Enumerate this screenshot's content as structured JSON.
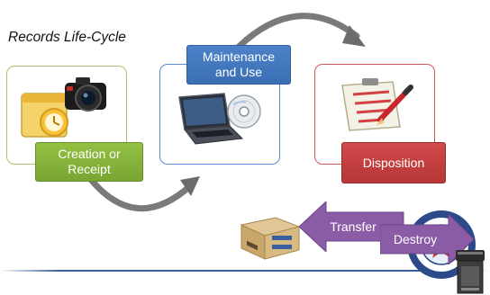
{
  "diagram": {
    "title": "Records Life-Cycle",
    "stages": [
      {
        "label": "Creation or\nReceipt",
        "color": "#85b53a"
      },
      {
        "label": "Maintenance\nand Use",
        "color": "#4478bd"
      },
      {
        "label": "Disposition",
        "color": "#c44141"
      }
    ],
    "actions": [
      {
        "label": "Transfer",
        "color": "#8b5ca6"
      },
      {
        "label": "Destroy",
        "color": "#8b5ca6"
      }
    ],
    "icons": {
      "creation": [
        "outlook-calendar-icon",
        "camera-icon"
      ],
      "maintenance": [
        "laptop-icon",
        "cd-disc-icon"
      ],
      "disposition": [
        "checklist-clipboard-icon"
      ],
      "transfer": "records-storage-box-icon",
      "destroy": "paper-shredder-icon",
      "seal": "agency-seal-icon"
    }
  }
}
